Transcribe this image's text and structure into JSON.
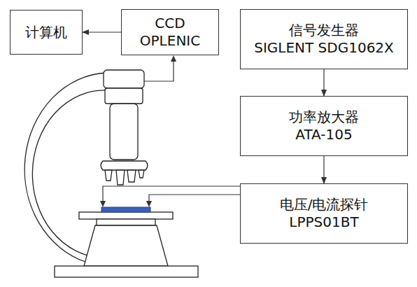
{
  "diagram": {
    "nodes": [
      {
        "text": [
          "计算机"
        ]
      },
      {
        "text": [
          "CCD",
          "OPLENIC"
        ]
      },
      {
        "text": [
          "信号发生器",
          "SIGLENT SDG1062X"
        ]
      },
      {
        "text": [
          "功率放大器",
          "ATA-105"
        ]
      },
      {
        "text": [
          "电压/电流探针",
          "LPPS01BT"
        ]
      }
    ],
    "edges": [
      {
        "from": 1,
        "to": 0,
        "arrow": "to"
      },
      {
        "from": 2,
        "to": 3,
        "arrow": "to"
      },
      {
        "from": 3,
        "to": 4,
        "arrow": "to"
      }
    ]
  }
}
